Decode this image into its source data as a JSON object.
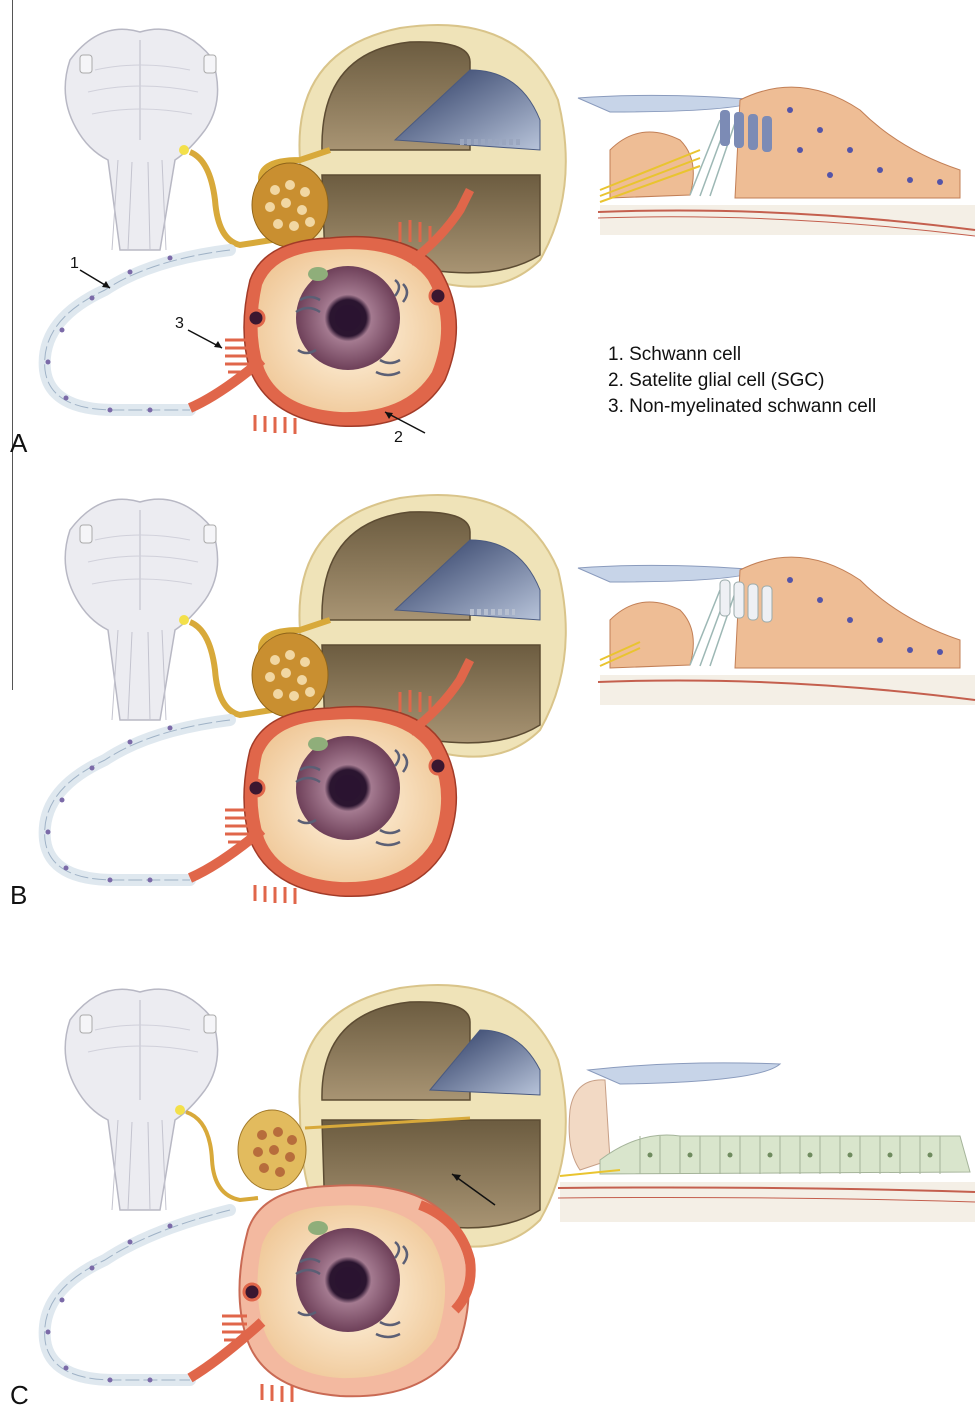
{
  "panels": [
    {
      "letter": "A"
    },
    {
      "letter": "B"
    },
    {
      "letter": "C"
    }
  ],
  "callouts": [
    "1",
    "2",
    "3"
  ],
  "legend": {
    "items": [
      "1. Schwann cell",
      "2. Satelite glial cell (SGC)",
      "3. Non-myelinated schwann cell"
    ]
  },
  "colors": {
    "brainstem": "#e9e9ee",
    "bone": "#efe3b8",
    "scala": "#8b7a57",
    "nerve": "#d8a93a",
    "neuron_body": "#f4d9b0",
    "sgc": "#e0664a",
    "nucleus": "#7c4c63",
    "myelin": "#dfe8ef",
    "organ_cells": "#eebd95",
    "hair_cell_stripe": "#7c8bb5",
    "collapsed_epithelium": "#d9e5cc"
  }
}
